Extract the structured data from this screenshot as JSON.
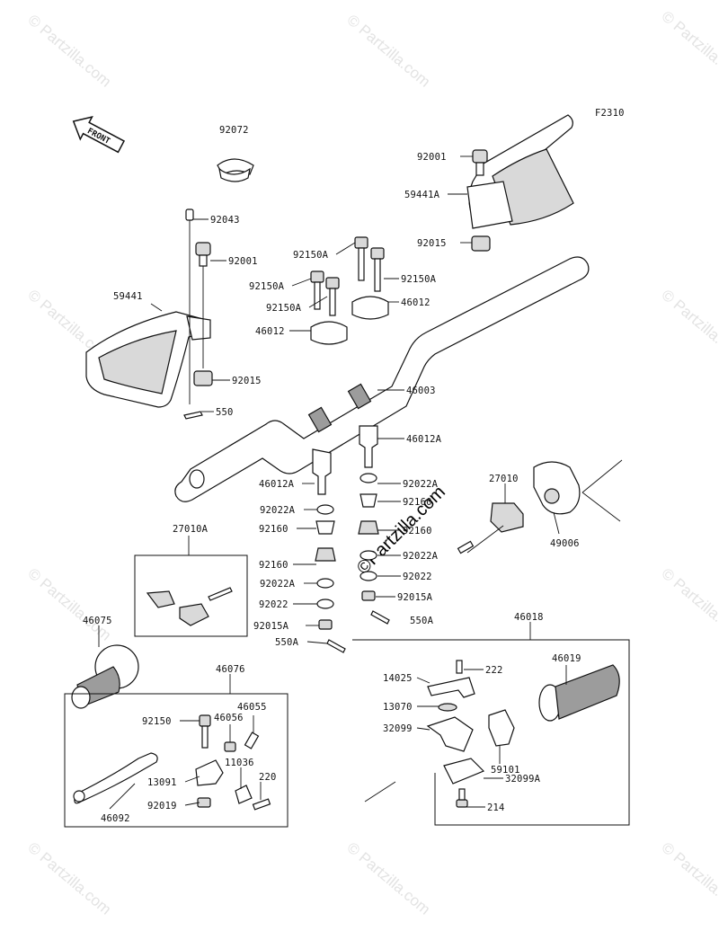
{
  "diagram": {
    "figure_code": "F2310",
    "front_marker": "FRONT",
    "watermark_text": "© Partzilla.com",
    "watermark_center": "©Partzilla.com",
    "labels": [
      {
        "id": "92072",
        "text": "92072"
      },
      {
        "id": "92043",
        "text": "92043"
      },
      {
        "id": "92001-left",
        "text": "92001"
      },
      {
        "id": "59441",
        "text": "59441"
      },
      {
        "id": "92015-left",
        "text": "92015"
      },
      {
        "id": "550-left",
        "text": "550"
      },
      {
        "id": "92001-right",
        "text": "92001"
      },
      {
        "id": "59441A",
        "text": "59441A"
      },
      {
        "id": "92015-right",
        "text": "92015"
      },
      {
        "id": "92150A-1",
        "text": "92150A"
      },
      {
        "id": "92150A-2",
        "text": "92150A"
      },
      {
        "id": "92150A-3",
        "text": "92150A"
      },
      {
        "id": "92150A-4",
        "text": "92150A"
      },
      {
        "id": "46012-1",
        "text": "46012"
      },
      {
        "id": "46012-2",
        "text": "46012"
      },
      {
        "id": "46003",
        "text": "46003"
      },
      {
        "id": "46012A-1",
        "text": "46012A"
      },
      {
        "id": "46012A-2",
        "text": "46012A"
      },
      {
        "id": "92022A-1",
        "text": "92022A"
      },
      {
        "id": "92022A-2",
        "text": "92022A"
      },
      {
        "id": "92022A-3",
        "text": "92022A"
      },
      {
        "id": "92022A-4",
        "text": "92022A"
      },
      {
        "id": "92160-1",
        "text": "92160"
      },
      {
        "id": "92160-2",
        "text": "92160"
      },
      {
        "id": "92160-3",
        "text": "92160"
      },
      {
        "id": "92160-4",
        "text": "92160"
      },
      {
        "id": "92022-1",
        "text": "92022"
      },
      {
        "id": "92022-2",
        "text": "92022"
      },
      {
        "id": "92015A-1",
        "text": "92015A"
      },
      {
        "id": "92015A-2",
        "text": "92015A"
      },
      {
        "id": "550A-1",
        "text": "550A"
      },
      {
        "id": "550A-2",
        "text": "550A"
      },
      {
        "id": "27010",
        "text": "27010"
      },
      {
        "id": "27010A",
        "text": "27010A"
      },
      {
        "id": "49006",
        "text": "49006"
      },
      {
        "id": "46075",
        "text": "46075"
      },
      {
        "id": "46076",
        "text": "46076"
      },
      {
        "id": "46018",
        "text": "46018"
      },
      {
        "id": "46019",
        "text": "46019"
      },
      {
        "id": "14025",
        "text": "14025"
      },
      {
        "id": "222",
        "text": "222"
      },
      {
        "id": "13070",
        "text": "13070"
      },
      {
        "id": "32099",
        "text": "32099"
      },
      {
        "id": "59101",
        "text": "59101"
      },
      {
        "id": "32099A",
        "text": "32099A"
      },
      {
        "id": "214",
        "text": "214"
      },
      {
        "id": "92150",
        "text": "92150"
      },
      {
        "id": "46056",
        "text": "46056"
      },
      {
        "id": "46055",
        "text": "46055"
      },
      {
        "id": "11036",
        "text": "11036"
      },
      {
        "id": "13091",
        "text": "13091"
      },
      {
        "id": "220",
        "text": "220"
      },
      {
        "id": "92019",
        "text": "92019"
      },
      {
        "id": "46092",
        "text": "46092"
      }
    ]
  }
}
